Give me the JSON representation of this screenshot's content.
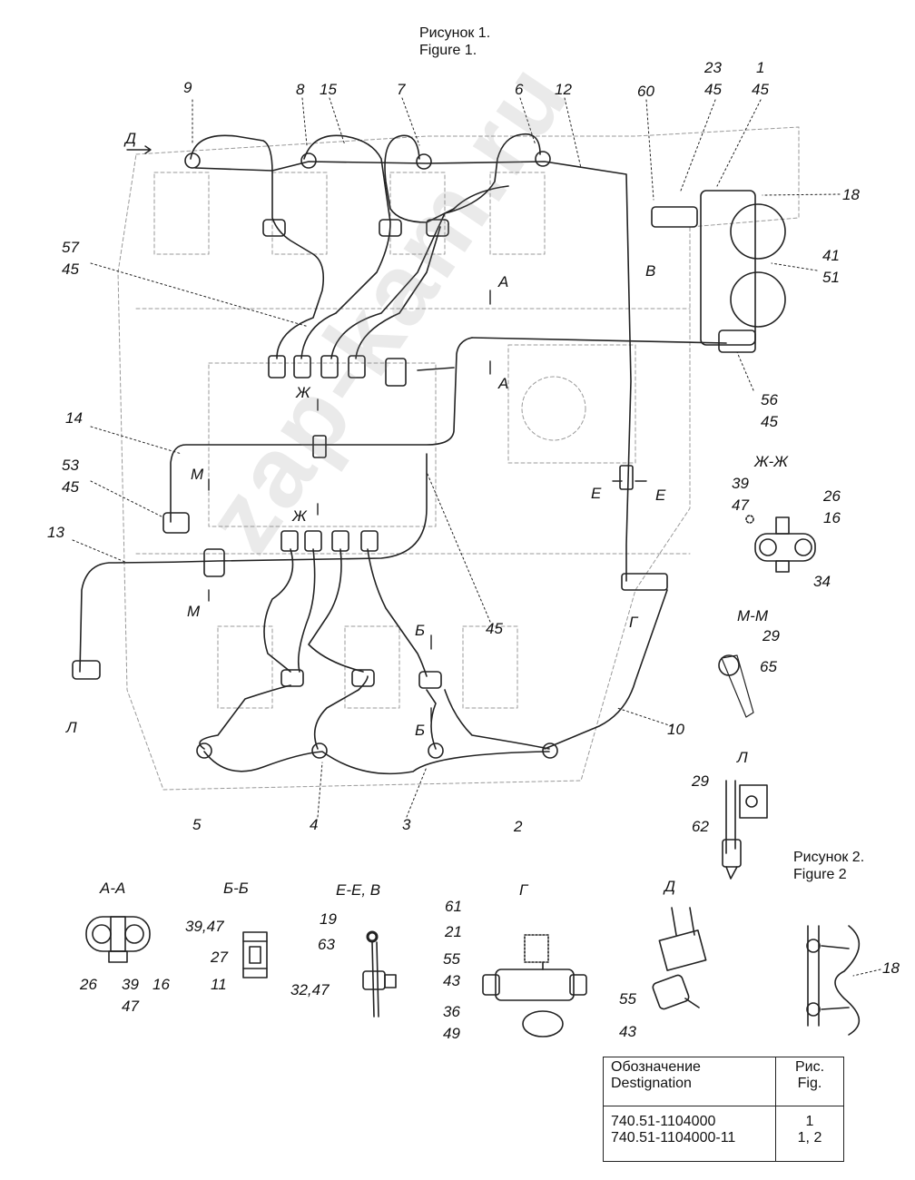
{
  "figure1": {
    "title_ru": "Рисунок 1.",
    "title_en": "Figure 1."
  },
  "figure2": {
    "title_ru": "Рисунок 2.",
    "title_en": "Figure 2"
  },
  "watermark": "zap-kam.ru",
  "callouts": {
    "n9": "9",
    "n8": "8",
    "n15": "15",
    "n7": "7",
    "n6": "6",
    "n12": "12",
    "n60": "60",
    "n23": "23",
    "n45a": "45",
    "n1": "1",
    "n45b": "45",
    "n18": "18",
    "n57": "57",
    "n45c": "45",
    "n41": "41",
    "n51": "51",
    "n56": "56",
    "n45d": "45",
    "n14": "14",
    "n53": "53",
    "n45e": "45",
    "n13": "13",
    "n45f": "45",
    "n10": "10",
    "n5": "5",
    "n4": "4",
    "n3": "3",
    "n2": "2",
    "n39a": "39",
    "n47a": "47",
    "n26a": "26",
    "n16a": "16",
    "n34": "34",
    "n29a": "29",
    "n65": "65",
    "n29b": "29",
    "n62": "62",
    "n26b": "26",
    "n39b": "39",
    "n47b": "47",
    "n16b": "16",
    "n39_47": "39,47",
    "n27": "27",
    "n11": "11",
    "n19": "19",
    "n63": "63",
    "n32_47": "32,47",
    "n61": "61",
    "n21": "21",
    "n55a": "55",
    "n43a": "43",
    "n36": "36",
    "n49": "49",
    "n55b": "55",
    "n43b": "43",
    "n18b": "18"
  },
  "section_marks": {
    "d": "Д",
    "a_top": "А",
    "a_bot": "А",
    "v": "В",
    "zh_top": "Ж",
    "zh_bot": "Ж",
    "m_top": "М",
    "m_bot": "М",
    "e_left": "Е",
    "e_right": "Е",
    "b_top": "Б",
    "b_bot": "Б",
    "g": "Г",
    "l": "Л"
  },
  "section_titles": {
    "zh_zh": "Ж-Ж",
    "m_m": "М-М",
    "l": "Л",
    "a_a": "А-А",
    "b_b": "Б-Б",
    "e_e_v": "Е-Е, В",
    "g": "Г",
    "d": "Д"
  },
  "spec_table": {
    "header_designation_ru": "Обозначение",
    "header_designation_en": "Destignation",
    "header_fig_ru": "Рис.",
    "header_fig_en": "Fig.",
    "rows": [
      {
        "designation": "740.51-1104000",
        "fig": "1"
      },
      {
        "designation": "740.51-1104000-11",
        "fig": "1, 2"
      }
    ]
  }
}
